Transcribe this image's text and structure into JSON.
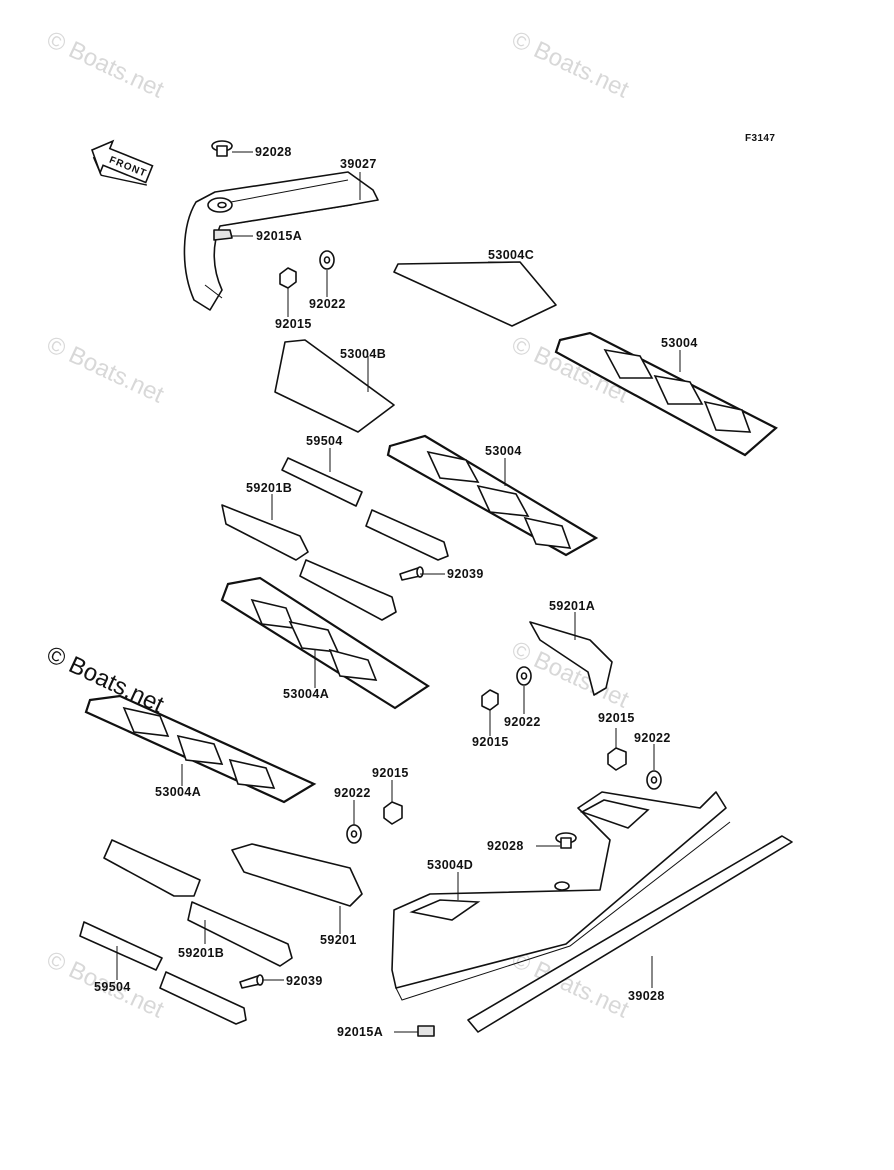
{
  "diagram_code": "F3147",
  "direction_label": "FRONT",
  "watermark": "© Boats.net",
  "parts": {
    "p92028_top": "92028",
    "p39027": "39027",
    "p92015A_top": "92015A",
    "p92022_top": "92022",
    "p92015_top": "92015",
    "p53004C": "53004C",
    "p53004_right": "53004",
    "p53004B": "53004B",
    "p59504_top": "59504",
    "p53004_mid": "53004",
    "p59201B_top": "59201B",
    "p92039_top": "92039",
    "p59201A": "59201A",
    "p53004A_mid": "53004A",
    "p92022_mid": "92022",
    "p92015_mid": "92015",
    "p92015_right": "92015",
    "p92022_right": "92022",
    "p53004A_left": "53004A",
    "p92015_lower": "92015",
    "p92022_lower": "92022",
    "p92028_lower": "92028",
    "p53004D": "53004D",
    "p59201B_bottom": "59201B",
    "p59201": "59201",
    "p59504_bottom": "59504",
    "p92039_bottom": "92039",
    "p39028": "39028",
    "p92015A_bottom": "92015A"
  }
}
